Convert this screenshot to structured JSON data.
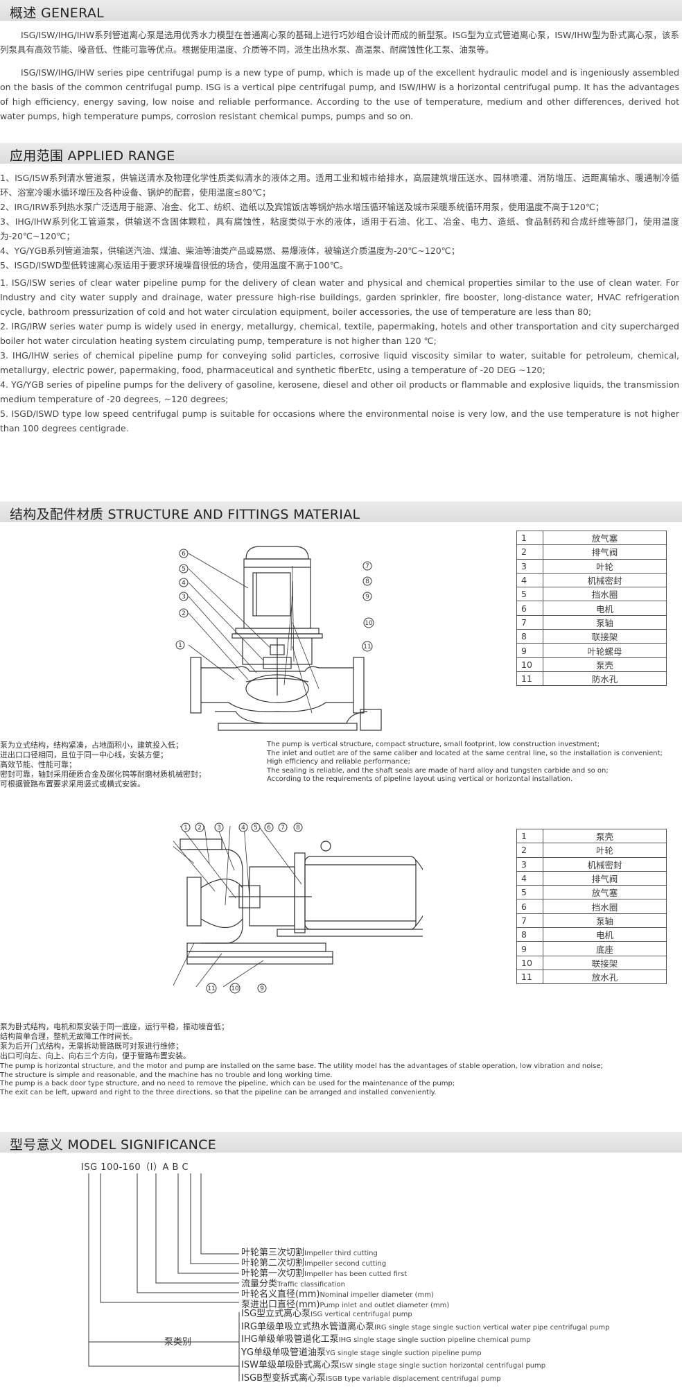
{
  "general": {
    "title": "概述 GENERAL",
    "cn": "ISG/ISW/IHG/IHW系列管道离心泵是选用优秀水力模型在普通离心泵的基础上进行巧妙组合设计而成的新型泵。ISG型为立式管道离心泵，ISW/IHW型为卧式离心泵，该系列泵具有高效节能、噪音低、性能可靠等优点。根据使用温度、介质等不同，派生出热水泵、高温泵、耐腐蚀性化工泵、油泵等。",
    "en": "ISG/ISW/IHG/IHW series pipe centrifugal pump is a new type of pump, which is made up of the excellent hydraulic model and is ingeniously assembled on the basis of the common centrifugal pump. ISG is a vertical pipe centrifugal pump, and ISW/IHW is a horizontal centrifugal pump. It has the advantages of high efficiency, energy saving, low noise and reliable performance. According to the use of temperature, medium and other differences, derived hot water pumps, high temperature pumps, corrosion resistant chemical pumps, pumps and so on."
  },
  "range": {
    "title": "应用范围 APPLIED RANGE",
    "cn": [
      "1、ISG/ISW系列清水管道泵，供输送清水及物理化学性质类似清水的液体之用。适用工业和城市给排水，高层建筑增压送水、园林喷灌、消防增压、远距离输水、暖通制冷循环、浴室冷暖水循环增压及各种设备、锅炉的配套，使用温度≤80℃；",
      "2、IRG/IRW系列热水泵广泛适用于能源、冶金、化工、纺织、造纸以及宾馆饭店等锅炉热水增压循环输送及城市采暖系统循环用泵，使用温度不高于120℃；",
      "3、IHG/IHW系列化工管道泵，供输送不含固体颗粒，具有腐蚀性，粘度类似于水的液体，适用于石油、化工、冶金、电力、造纸、食品制药和合成纤维等部门，使用温度为-20℃~120℃；",
      "4、YG/YGB系列管道油泵，供输送汽油、煤油、柴油等油类产品或易燃、易爆液体，被输送介质温度为-20℃~120℃；",
      "5、ISGD/ISWD型低转速离心泵适用于要求环境噪音很低的场合，使用温度不高于100℃。"
    ],
    "en": [
      "1. ISG/ISW series of clear water pipeline pump for the delivery of clean water and physical and chemical properties similar to the use of clean water. For Industry and city water supply and drainage, water pressure high-rise buildings, garden sprinkler, fire booster, long-distance water, HVAC refrigeration cycle, bathroom pressurization of cold and hot water circulation equipment, boiler accessories, the use of temperature are less than 80;",
      "2. IRG/IRW series water pump is widely used in energy, metallurgy, chemical, textile, papermaking, hotels and other transportation and city supercharged boiler hot water circulation heating system circulating pump, temperature is not higher than 120 ℃;",
      "3. IHG/IHW series of chemical pipeline pump for conveying solid particles, corrosive liquid viscosity similar to water, suitable for petroleum, chemical, metallurgy, electric power, papermaking, food, pharmaceutical and synthetic fiberEtc, using a temperature of -20 DEG ~120;",
      "4. YG/YGB series of pipeline pumps for the delivery of gasoline, kerosene, diesel and other oil products or flammable and explosive liquids, the transmission medium temperature of -20 degrees, ~120 degrees;",
      "5. ISGD/ISWD type low speed centrifugal pump is suitable for occasions where the environmental noise is very low, and the use temperature is not higher than 100 degrees centigrade."
    ]
  },
  "structure": {
    "title": "结构及配件材质 STRUCTURE AND FITTINGS MATERIAL",
    "vertical_parts": [
      {
        "n": "1",
        "name": "放气塞"
      },
      {
        "n": "2",
        "name": "排气阀"
      },
      {
        "n": "3",
        "name": "叶轮"
      },
      {
        "n": "4",
        "name": "机械密封"
      },
      {
        "n": "5",
        "name": "挡水圈"
      },
      {
        "n": "6",
        "name": "电机"
      },
      {
        "n": "7",
        "name": "泵轴"
      },
      {
        "n": "8",
        "name": "联接架"
      },
      {
        "n": "9",
        "name": "叶轮螺母"
      },
      {
        "n": "10",
        "name": "泵壳"
      },
      {
        "n": "11",
        "name": "防水孔"
      }
    ],
    "vertical_cn": [
      "泵为立式结构，结构紧凑，占地面积小，建筑投入低；",
      "进出口口径相同，且位于同一中心线，安装方便；",
      "高效节能、性能可靠；",
      "密封可靠，轴封采用硬质合金及碳化钨等耐磨材质机械密封；",
      "可根据管路布置要求采用竖式或横式安装。"
    ],
    "vertical_en": [
      "The pump is vertical structure, compact structure, small footprint, low construction investment;",
      "The inlet and outlet are of the same caliber and located at the same central line, so the installation is convenient;",
      "High efficiency and reliable performance;",
      "The sealing is reliable, and the shaft seals are made of hard alloy and tungsten carbide and so on;",
      "According to the requirements of pipeline layout using vertical or horizontal installation."
    ],
    "horizontal_parts": [
      {
        "n": "1",
        "name": "泵壳"
      },
      {
        "n": "2",
        "name": "叶轮"
      },
      {
        "n": "3",
        "name": "机械密封"
      },
      {
        "n": "4",
        "name": "排气阀"
      },
      {
        "n": "5",
        "name": "放气塞"
      },
      {
        "n": "6",
        "name": "挡水圈"
      },
      {
        "n": "7",
        "name": "泵轴"
      },
      {
        "n": "8",
        "name": "电机"
      },
      {
        "n": "9",
        "name": "底座"
      },
      {
        "n": "10",
        "name": "联接架"
      },
      {
        "n": "11",
        "name": "放水孔"
      }
    ],
    "horizontal_cn": [
      "泵为卧式结构，电机和泵安装于同一底座，运行平稳，振动噪音低；",
      "结构简单合理，整机无故障工作时间长。",
      "泵为后开门式结构，无需拆动管路既可对泵进行维修；",
      "出口可向左、向上、向右三个方向，便于管路布置安装。"
    ],
    "horizontal_en": [
      "The pump is horizontal structure, and the motor and pump are installed on the same base. The utility model has the advantages of stable operation, low vibration and noise;",
      "The structure is simple and reasonable, and the machine has no trouble and long working time.",
      "The pump is a back door type structure, and no need to remove the pipeline, which can be used for the maintenance of the pump;",
      "The exit can be left, upward and right to the three directions, so that the pipeline can be arranged and installed conveniently."
    ]
  },
  "model": {
    "title": "型号意义 MODEL SIGNIFICANCE",
    "code": "ISG 100-160（I）A B C",
    "labels": [
      {
        "cn": "叶轮第三次切割",
        "en": "Impeller third cutting"
      },
      {
        "cn": "叶轮第二次切割",
        "en": "Impeller second cutting"
      },
      {
        "cn": "叶轮第一次切割",
        "en": "Impeller has been cutted first"
      },
      {
        "cn": "流量分类",
        "en": "Traffic classification"
      },
      {
        "cn": "叶轮名义直径(mm)",
        "en": "Nominal impeller diameter (mm)"
      },
      {
        "cn": "泵进出口直径(mm)",
        "en": "Pump inlet and outlet diameter (mm)"
      }
    ],
    "pump_type_label": "泵类别",
    "types": [
      {
        "cn": "ISG型立式离心泵",
        "en": "ISG vertical centrifugal pump"
      },
      {
        "cn": "IRG单级单吸立式热水管道离心泵",
        "en": "IRG single stage single suction vertical water pipe centrifugal pump"
      },
      {
        "cn": "IHG单级单吸管道化工泵",
        "en": "IHG single stage single suction pipeline chemical pump"
      },
      {
        "cn": "YG单级单吸管道油泵",
        "en": "YG single stage single suction pipeline pump"
      },
      {
        "cn": "ISW单级单吸卧式离心泵",
        "en": "ISW single stage single suction horizontal centrifugal pump"
      },
      {
        "cn": "ISGB型变拆式离心泵",
        "en": "ISGB type variable displacement centrifugal pump"
      }
    ]
  },
  "colors": {
    "header_bg": "#dedede",
    "text": "#3a3a3a",
    "line": "#333333"
  }
}
